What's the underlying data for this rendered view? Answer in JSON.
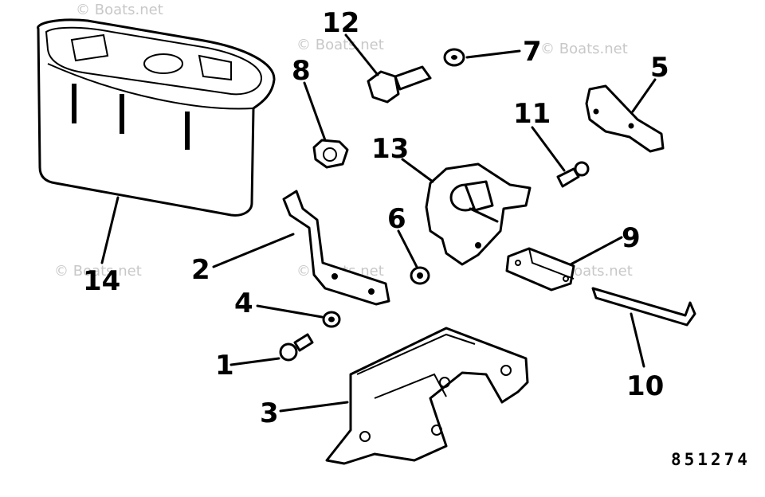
{
  "callouts": {
    "c1": "1",
    "c2": "2",
    "c3": "3",
    "c4": "4",
    "c5": "5",
    "c6": "6",
    "c7": "7",
    "c8": "8",
    "c9": "9",
    "c10": "10",
    "c11": "11",
    "c12": "12",
    "c13": "13",
    "c14": "14"
  },
  "part_number": "851274",
  "watermark": "© Boats.net"
}
